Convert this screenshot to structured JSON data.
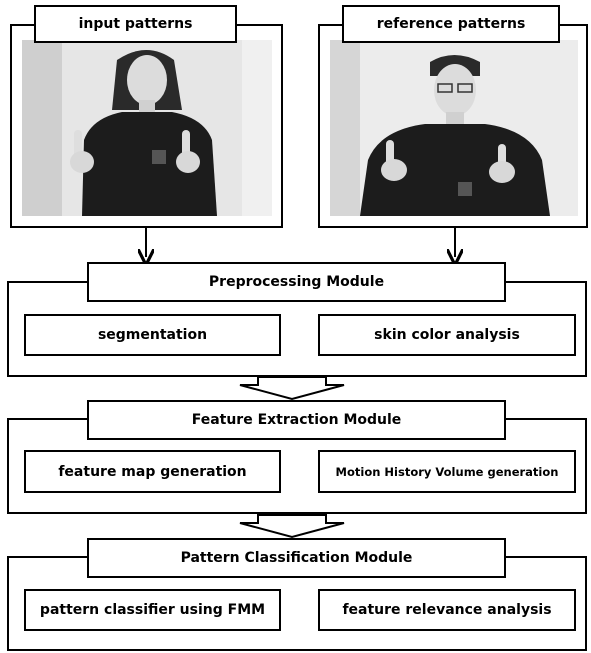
{
  "inputs": {
    "input_label": "input patterns",
    "reference_label": "reference patterns"
  },
  "modules": [
    {
      "title": "Preprocessing Module",
      "left": "segmentation",
      "right": "skin color analysis"
    },
    {
      "title": "Feature Extraction Module",
      "left": "feature map generation",
      "right": "Motion History Volume generation"
    },
    {
      "title": "Pattern Classification Module",
      "left": "pattern classifier using FMM",
      "right": "feature relevance analysis"
    }
  ],
  "colors": {
    "line": "#000000",
    "background": "#ffffff",
    "photo_bg": "#e8e8e8",
    "clothing": "#1a1a1a",
    "skin": "#d9d9d9"
  }
}
